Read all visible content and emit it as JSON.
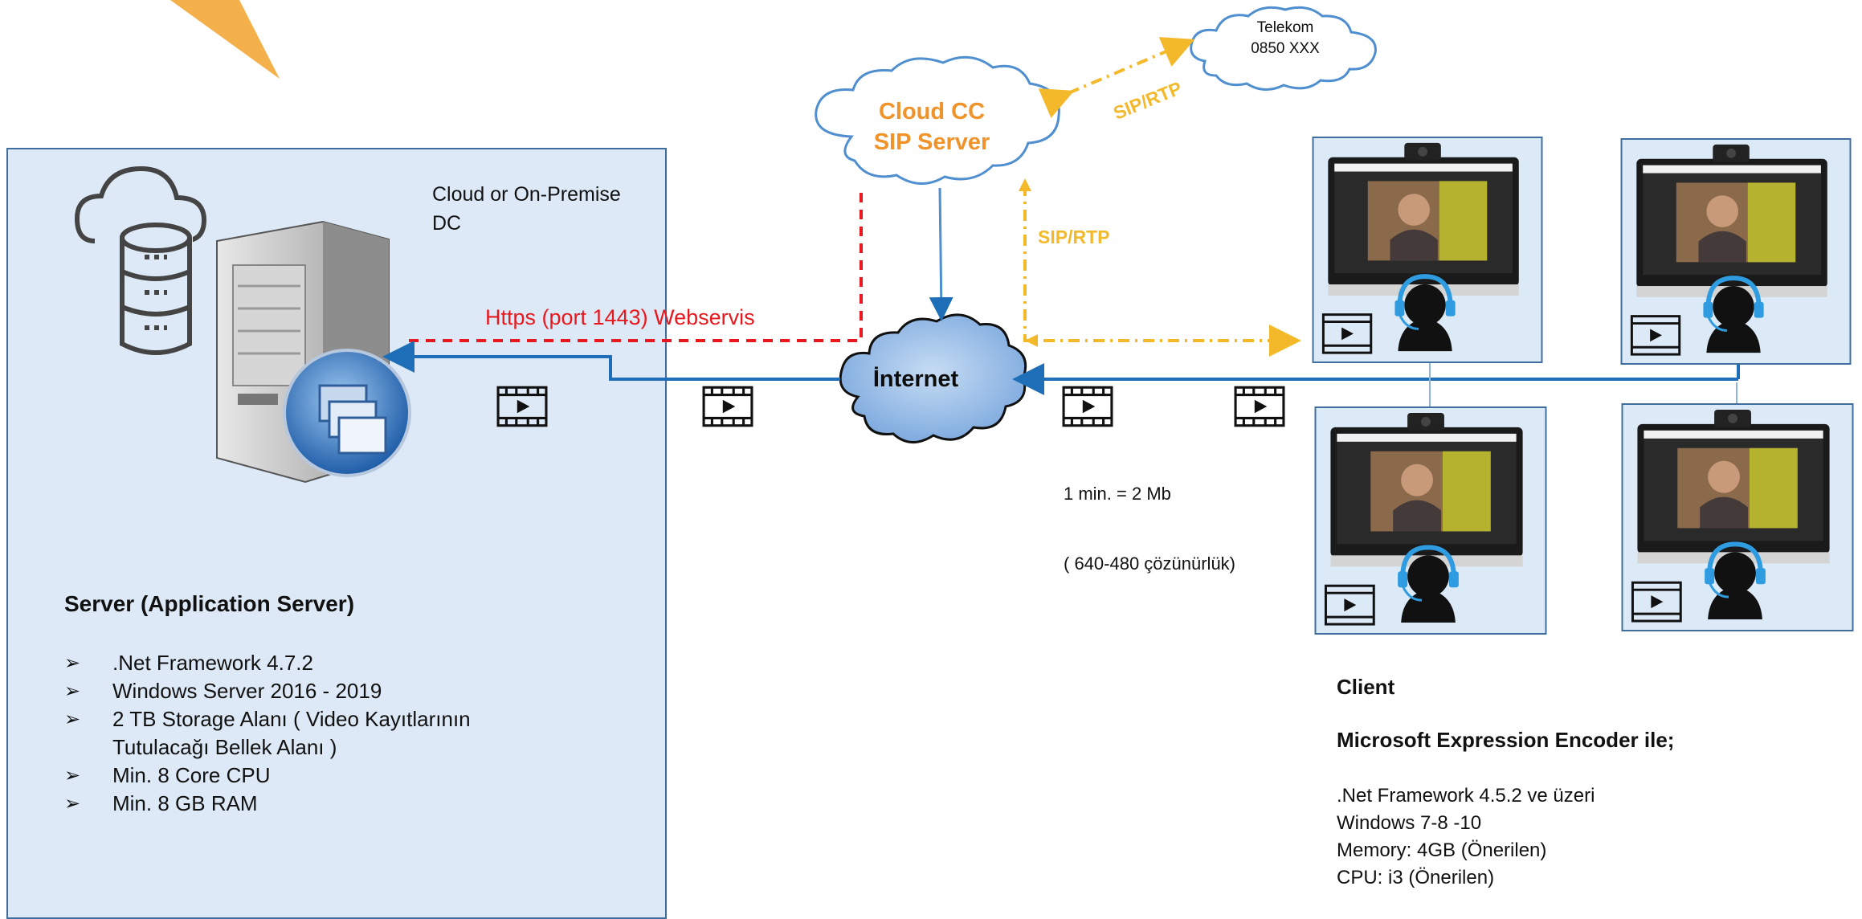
{
  "server": {
    "location_label": "Cloud or On-Premise DC",
    "heading": "Server (Application Server)",
    "specs": [
      ".Net Framework 4.7.2",
      "Windows Server 2016 - 2019",
      "2 TB Storage Alanı ( Video Kayıtlarının Tutulacağı Bellek Alanı )",
      "Min. 8 Core CPU",
      "Min. 8 GB RAM"
    ]
  },
  "connections": {
    "https_label": "Https (port 1443) Webservis",
    "sip_rtp_label": "SIP/RTP",
    "bandwidth_line1": "1 min. = 2 Mb",
    "bandwidth_line2": "( 640-480 çözünürlük)"
  },
  "cloud_cc": {
    "line1": "Cloud CC",
    "line2": "SIP Server"
  },
  "telekom": {
    "line1": "Telekom",
    "line2": "0850 XXX"
  },
  "internet": {
    "label": "İnternet"
  },
  "client": {
    "heading": "Client",
    "subheading": "Microsoft Expression Encoder ile;",
    "specs": [
      ".Net Framework 4.5.2 ve üzeri",
      "Windows 7-8 -10",
      "Memory: 4GB (Önerilen)",
      "CPU: i3 (Önerilen)"
    ]
  },
  "colors": {
    "panel_bg": "#dde9f6",
    "panel_border": "#3e6d9e",
    "https": "#e8191e",
    "cloud_cc_text": "#f0932a",
    "sip": "#f3b92b",
    "blue_line": "#1f6fb8",
    "headset": "#2f9be0"
  }
}
